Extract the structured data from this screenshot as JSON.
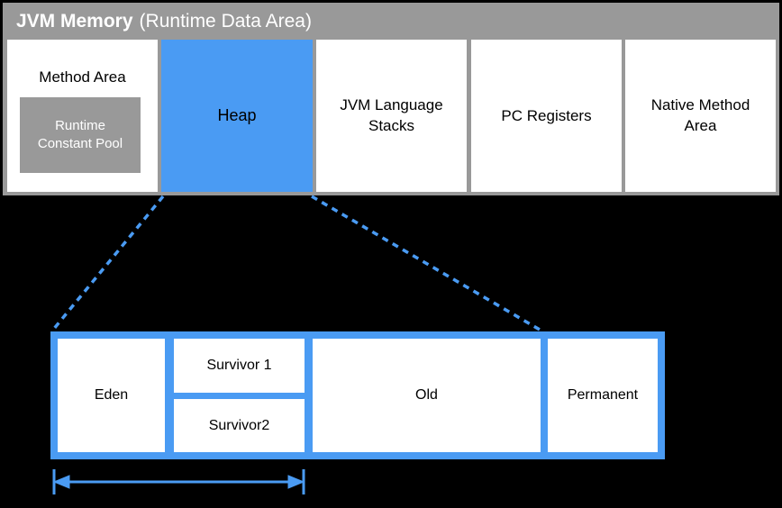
{
  "colors": {
    "accent_blue": "#4A9BF3",
    "panel_gray": "#999999",
    "box_white": "#ffffff",
    "page_background": "#000000"
  },
  "header": {
    "title": "JVM Memory",
    "subtitle": "(Runtime Data Area)"
  },
  "runtime_areas": {
    "method_area": {
      "label": "Method Area",
      "runtime_constant_pool": "Runtime Constant Pool"
    },
    "heap": {
      "label": "Heap"
    },
    "jvm_language_stacks": {
      "label": "JVM Language Stacks"
    },
    "pc_registers": {
      "label": "PC Registers"
    },
    "native_method_area": {
      "label": "Native Method Area"
    }
  },
  "heap_detail": {
    "eden": {
      "label": "Eden"
    },
    "survivor1": {
      "label": "Survivor 1"
    },
    "survivor2": {
      "label": "Survivor2"
    },
    "old": {
      "label": "Old"
    },
    "permanent": {
      "label": "Permanent"
    }
  }
}
